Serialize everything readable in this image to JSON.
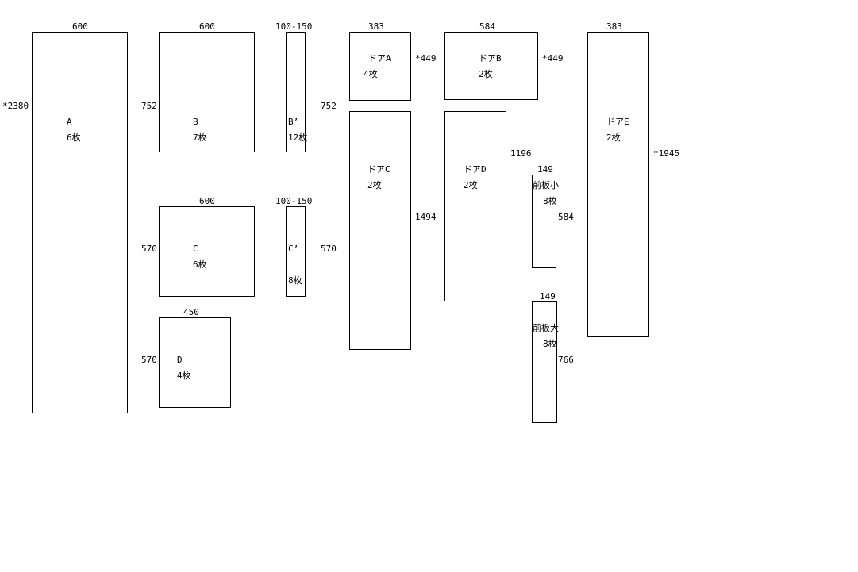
{
  "panels": {
    "A": {
      "width": "600",
      "height": "*2380",
      "name": "A",
      "qty": "6枚"
    },
    "B": {
      "width": "600",
      "height": "752",
      "name": "B",
      "qty": "7枚"
    },
    "B_prime": {
      "width": "100-150",
      "height": "752",
      "name": "B’",
      "qty": "12枚"
    },
    "C": {
      "width": "600",
      "height": "570",
      "name": "C",
      "qty": "6枚"
    },
    "C_prime": {
      "width": "100-150",
      "height": "570",
      "name": "C’",
      "qty": "8枚"
    },
    "D": {
      "width": "450",
      "height": "570",
      "name": "D",
      "qty": "4枚"
    },
    "door_A": {
      "width": "383",
      "height": "*449",
      "name": "ドアA",
      "qty": "4枚"
    },
    "door_B": {
      "width": "584",
      "height": "*449",
      "name": "ドアB",
      "qty": "2枚"
    },
    "door_C": {
      "height": "1494",
      "name": "ドアC",
      "qty": "2枚"
    },
    "door_D": {
      "height": "1196",
      "name": "ドアD",
      "qty": "2枚"
    },
    "front_small": {
      "width": "149",
      "height": "584",
      "name": "前板小",
      "qty": "8枚"
    },
    "front_large": {
      "width": "149",
      "height": "766",
      "name": "前板大",
      "qty": "8枚"
    },
    "door_E": {
      "width": "383",
      "height": "*1945",
      "name": "ドアE",
      "qty": "2枚"
    }
  }
}
